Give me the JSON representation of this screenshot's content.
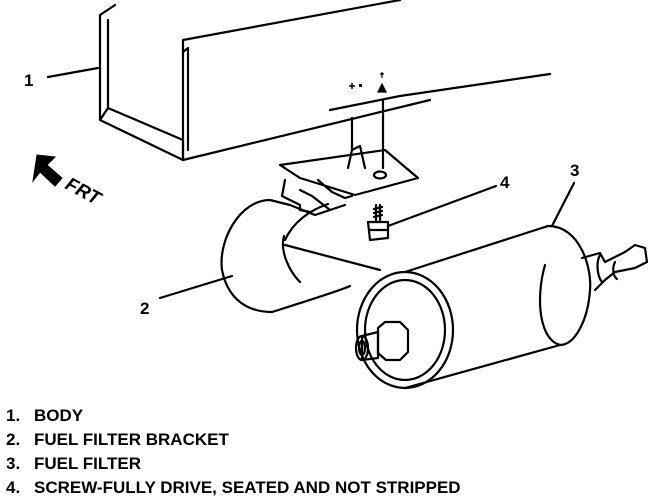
{
  "diagram": {
    "callouts": [
      "1",
      "2",
      "3",
      "4"
    ],
    "direction_label": "FRT"
  },
  "legend": {
    "items": [
      {
        "number": "1.",
        "text": "BODY"
      },
      {
        "number": "2.",
        "text": "FUEL FILTER BRACKET"
      },
      {
        "number": "3.",
        "text": "FUEL FILTER"
      },
      {
        "number": "4.",
        "text": "SCREW-FULLY DRIVE, SEATED AND NOT STRIPPED"
      }
    ]
  },
  "colors": {
    "ink": "#000000",
    "paper": "#ffffff"
  }
}
